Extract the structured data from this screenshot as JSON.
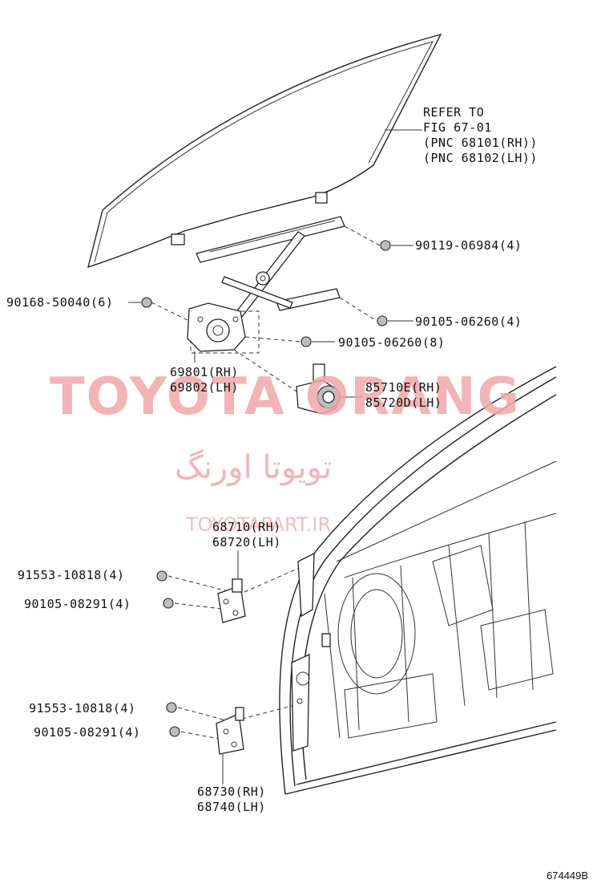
{
  "labels": {
    "refer_1": "REFER TO",
    "refer_2": "FIG 67-01",
    "refer_3": "(PNC 68101(RH))",
    "refer_4": "(PNC 68102(LH))",
    "bolt_90119": "90119-06984(4)",
    "bolt_90168": "90168-50040(6)",
    "bolt_90105_a": "90105-06260(4)",
    "bolt_90105_b": "90105-06260(8)",
    "reg_rh": "69801(RH)",
    "reg_lh": "69802(LH)",
    "motor_rh": "85710E(RH)",
    "motor_lh": "85720D(LH)",
    "hinge_up_rh": "68710(RH)",
    "hinge_up_lh": "68720(LH)",
    "bolt_91553_a": "91553-10818(4)",
    "bolt_90105_c": "90105-08291(4)",
    "bolt_91553_b": "91553-10818(4)",
    "bolt_90105_d": "90105-08291(4)",
    "hinge_lo_rh": "68730(RH)",
    "hinge_lo_lh": "68740(LH)",
    "fig_id": "674449B"
  },
  "watermark": {
    "main": "TOYOTA ORANG",
    "persian": "تویوتا اورنگ",
    "site": "TOYOTAPART.IR"
  },
  "colors": {
    "line": "#222222",
    "watermark": "#f0a7a9",
    "part_fill": "#bdbdbd"
  }
}
